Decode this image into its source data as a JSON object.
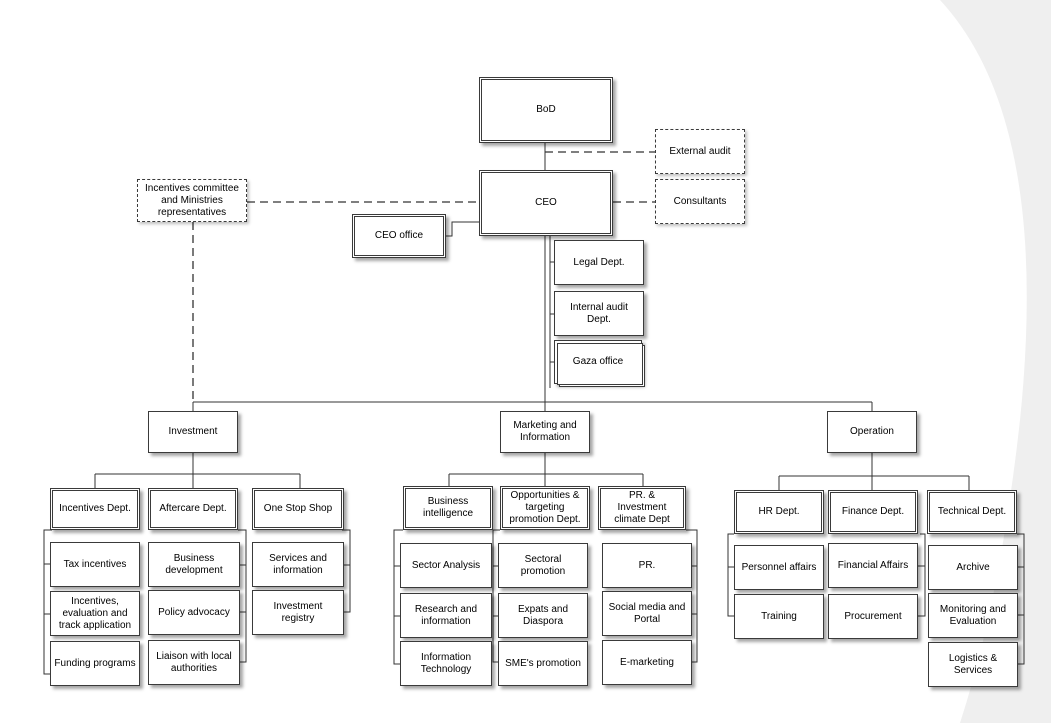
{
  "board": "BoD",
  "external_audit": "External audit",
  "ceo": "CEO",
  "consultants": "Consultants",
  "incentives_committee": "Incentives committee and Ministries representatives",
  "ceo_office": "CEO office",
  "legal": "Legal Dept.",
  "internal_audit": "Internal audit Dept.",
  "gaza_office": "Gaza office",
  "divisions": {
    "investment": {
      "label": "Investment",
      "incentives_dept": {
        "label": "Incentives Dept.",
        "items": [
          "Tax incentives",
          "Incentives, evaluation and track application",
          "Funding programs"
        ]
      },
      "aftercare_dept": {
        "label": "Aftercare Dept.",
        "items": [
          "Business development",
          "Policy advocacy",
          "Liaison  with local authorities"
        ]
      },
      "one_stop_shop": {
        "label": "One Stop Shop",
        "items": [
          "Services and information",
          "Investment registry"
        ]
      }
    },
    "marketing": {
      "label": "Marketing and Information",
      "business_intelligence": {
        "label": "Business intelligence",
        "items": [
          "Sector Analysis",
          "Research and information",
          "Information Technology"
        ]
      },
      "opportunities": {
        "label": "Opportunities & targeting promotion Dept.",
        "items": [
          "Sectoral promotion",
          "Expats and Diaspora",
          "SME's promotion"
        ]
      },
      "pr_climate": {
        "label": "PR. & Investment climate Dept",
        "items": [
          "PR.",
          "Social media and Portal",
          "E-marketing"
        ]
      }
    },
    "operation": {
      "label": "Operation",
      "hr_dept": {
        "label": "HR Dept.",
        "items": [
          "Personnel affairs",
          "Training"
        ]
      },
      "finance_dept": {
        "label": "Finance Dept.",
        "items": [
          "Financial Affairs",
          "Procurement"
        ]
      },
      "technical_dept": {
        "label": "Technical Dept.",
        "items": [
          "Archive",
          "Monitoring and Evaluation",
          "Logistics & Services"
        ]
      }
    }
  }
}
